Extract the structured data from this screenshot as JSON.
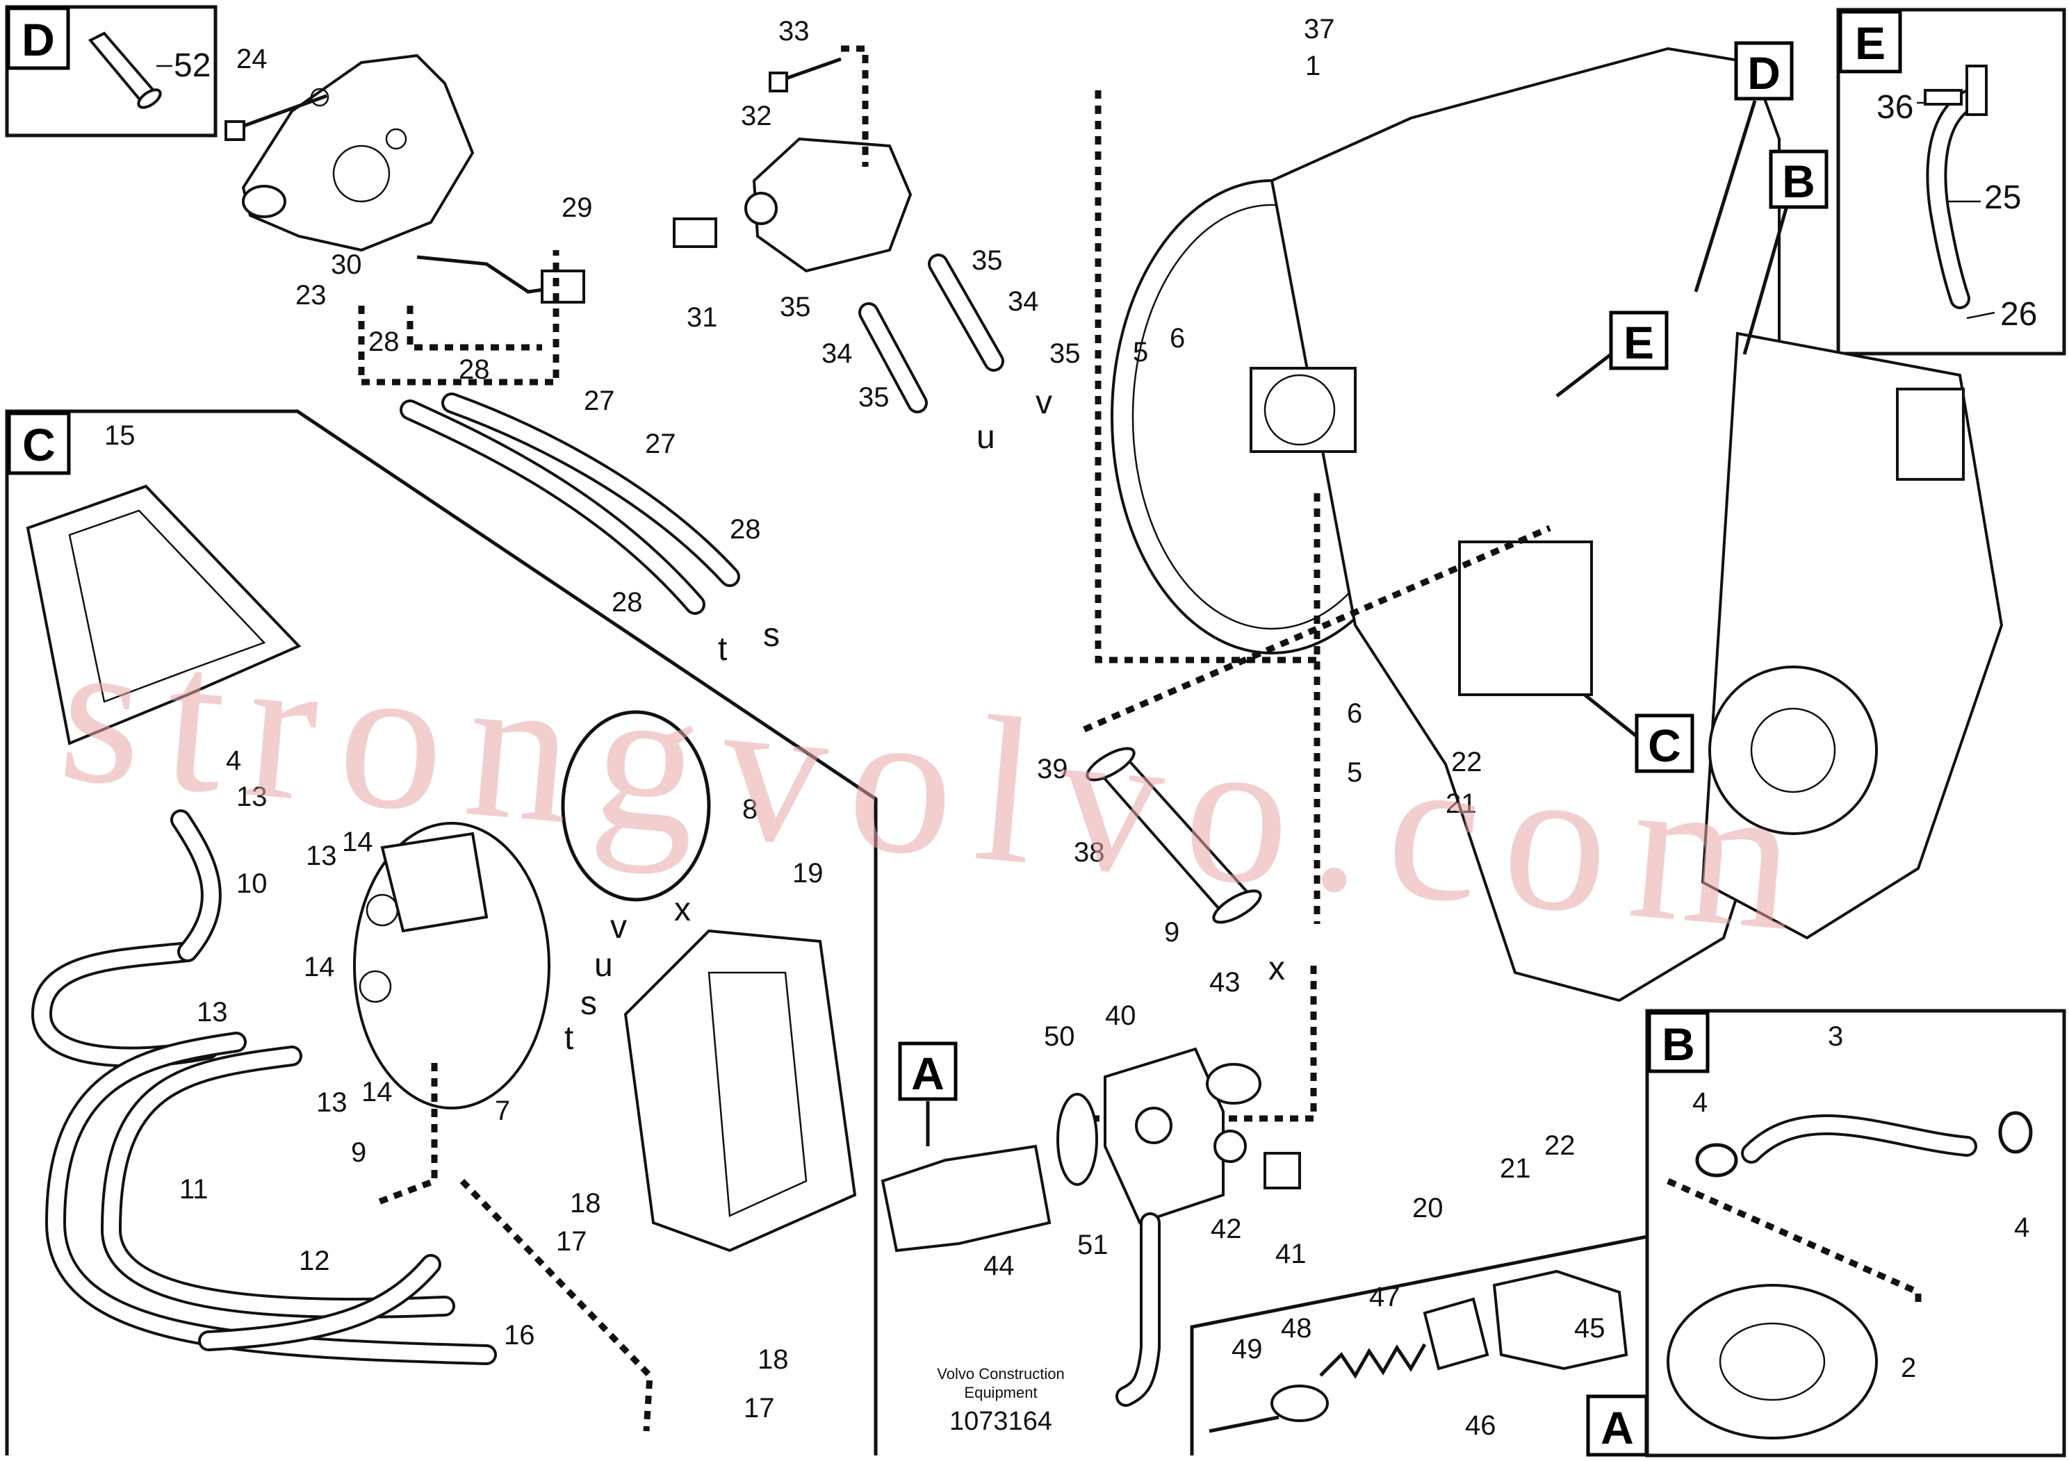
{
  "diagram": {
    "drawing_number": "1073164",
    "footer_line1": "Volvo Construction",
    "footer_line2": "Equipment",
    "watermark": "strongvolvo.com"
  },
  "detail_boxes": {
    "a1": "A",
    "a2": "A",
    "b1": "B",
    "b2": "B",
    "c1": "C",
    "c2": "C",
    "d1": "D",
    "d2": "D",
    "e1": "E",
    "e2": "E"
  },
  "callouts": {
    "n1": "1",
    "n2": "2",
    "n3": "3",
    "n4a": "4",
    "n4b": "4",
    "n4c": "4",
    "n5a": "5",
    "n5b": "5",
    "n6a": "6",
    "n6b": "6",
    "n7": "7",
    "n8": "8",
    "n9a": "9",
    "n9b": "9",
    "n10": "10",
    "n11": "11",
    "n12": "12",
    "n13a": "13",
    "n13b": "13",
    "n13c": "13",
    "n13d": "13",
    "n14a": "14",
    "n14b": "14",
    "n14c": "14",
    "n15": "15",
    "n16": "16",
    "n17a": "17",
    "n17b": "17",
    "n18a": "18",
    "n18b": "18",
    "n19": "19",
    "n20": "20",
    "n21a": "21",
    "n21b": "21",
    "n22a": "22",
    "n22b": "22",
    "n23": "23",
    "n24": "24",
    "n25": "25",
    "n26": "26",
    "n27a": "27",
    "n27b": "27",
    "n28a": "28",
    "n28b": "28",
    "n28c": "28",
    "n28d": "28",
    "n29": "29",
    "n30": "30",
    "n31": "31",
    "n32": "32",
    "n33": "33",
    "n34a": "34",
    "n34b": "34",
    "n35a": "35",
    "n35b": "35",
    "n35c": "35",
    "n35d": "35",
    "n36": "36",
    "n37": "37",
    "n38": "38",
    "n39": "39",
    "n40": "40",
    "n41": "41",
    "n42": "42",
    "n43": "43",
    "n44": "44",
    "n45": "45",
    "n46": "46",
    "n47": "47",
    "n48": "48",
    "n49": "49",
    "n50": "50",
    "n51": "51",
    "n52": "52"
  },
  "port_letters": {
    "s1": "s",
    "s2": "s",
    "t1": "t",
    "t2": "t",
    "u1": "u",
    "u2": "u",
    "v1": "v",
    "v2": "v",
    "x1": "x",
    "x2": "x"
  }
}
